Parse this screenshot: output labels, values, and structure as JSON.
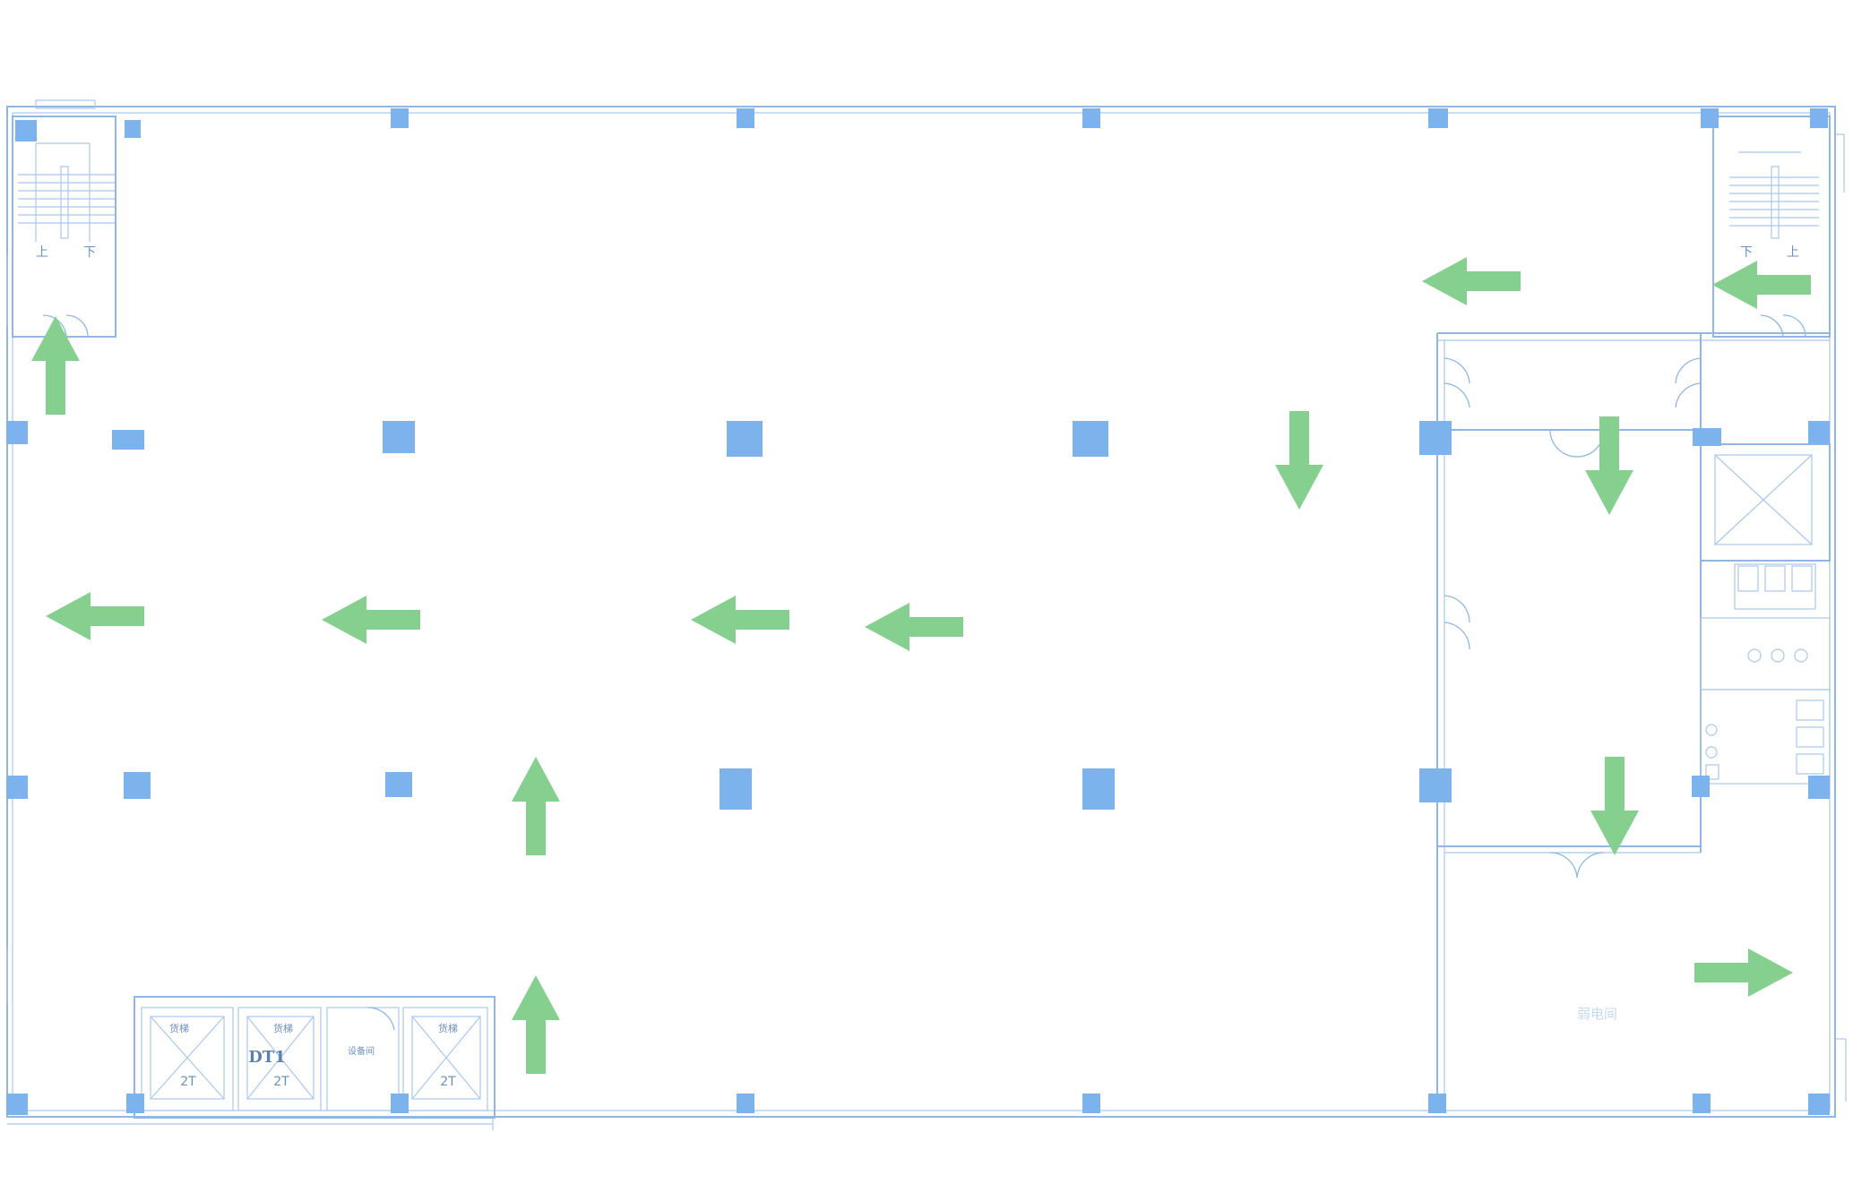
{
  "floor_plan": {
    "stair_left": {
      "up_label": "上",
      "down_label": "下"
    },
    "stair_right": {
      "up_label": "上",
      "down_label": "下"
    },
    "elevators": [
      {
        "name": "货梯",
        "capacity": "2T",
        "code": ""
      },
      {
        "name": "货梯",
        "capacity": "2T",
        "code": "DT1"
      },
      {
        "name": "货梯",
        "capacity": "2T",
        "code": ""
      }
    ],
    "equipment_room_label": "设备间",
    "faint_room_label": "弱电间",
    "colors": {
      "wall": "#8fb6e6",
      "column": "#7db3ec",
      "arrow": "#86d08f",
      "background": "#ffffff"
    },
    "arrows": [
      {
        "direction": "up"
      },
      {
        "direction": "left"
      },
      {
        "direction": "left"
      },
      {
        "direction": "left"
      },
      {
        "direction": "left"
      },
      {
        "direction": "left"
      },
      {
        "direction": "left"
      },
      {
        "direction": "down"
      },
      {
        "direction": "down"
      },
      {
        "direction": "down"
      },
      {
        "direction": "right"
      },
      {
        "direction": "up"
      },
      {
        "direction": "up"
      }
    ]
  }
}
